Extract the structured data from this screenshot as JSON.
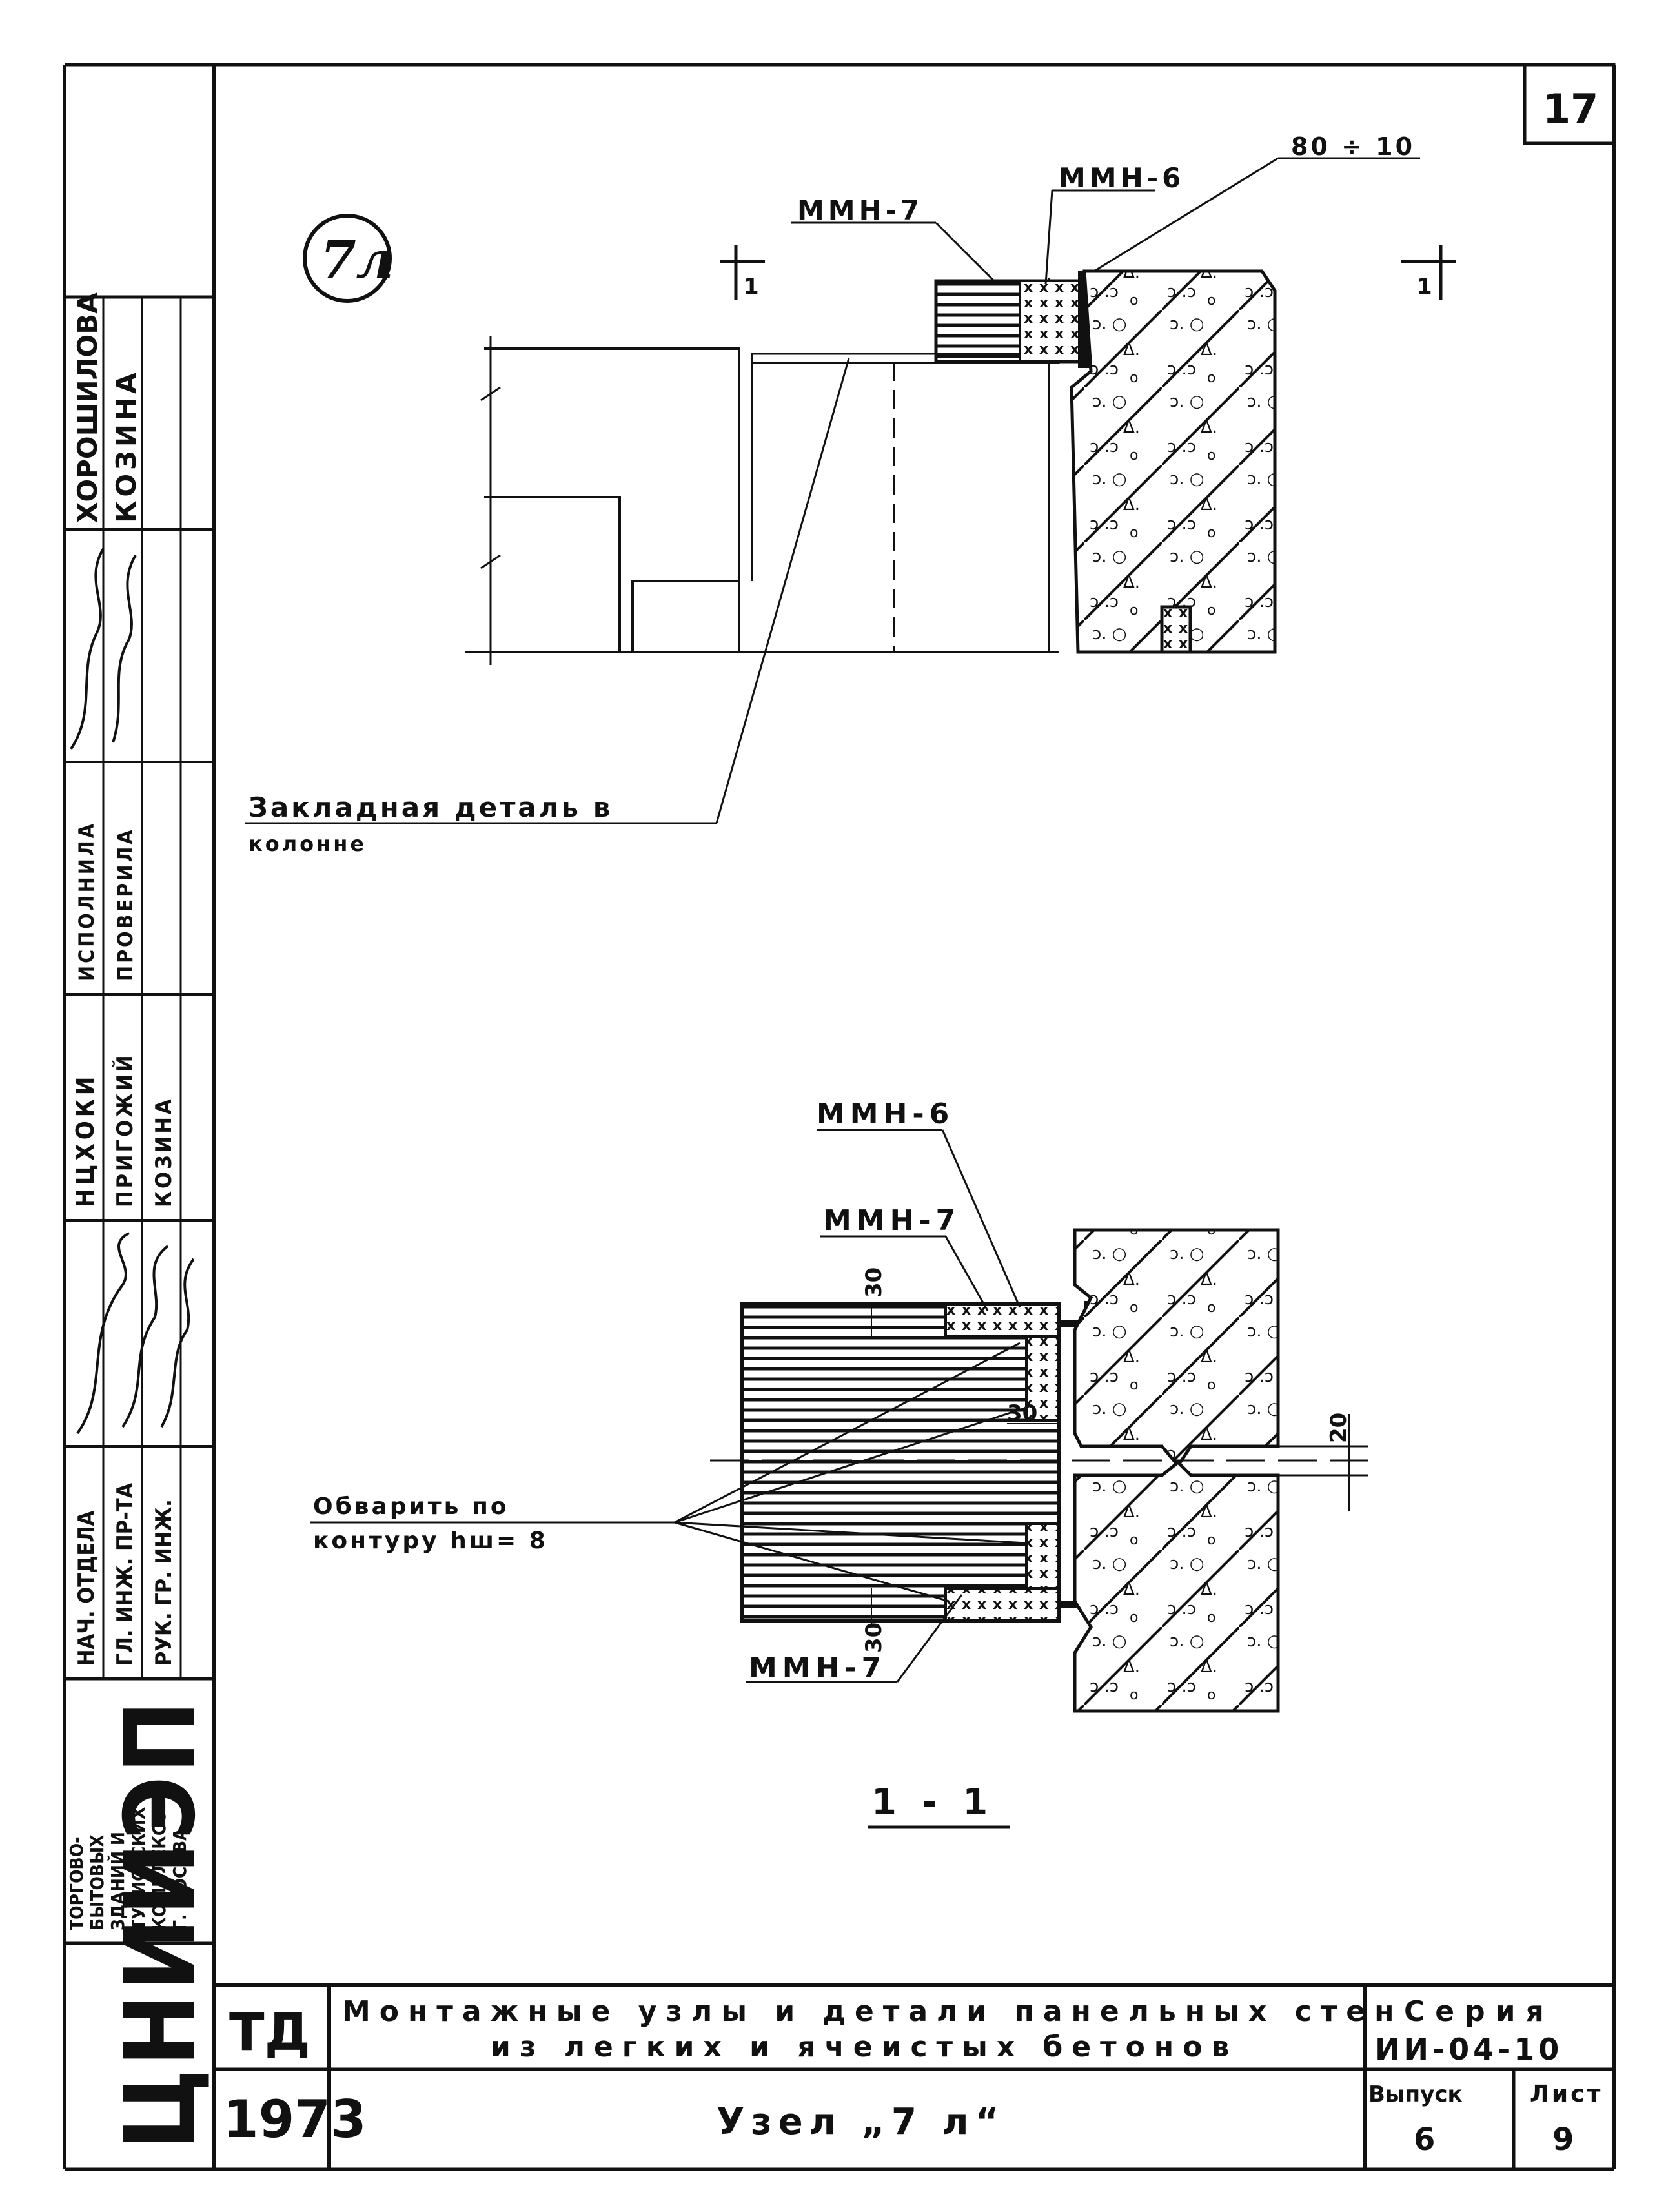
{
  "sheet_number": "17",
  "node_label": "7л",
  "top_view": {
    "labels": {
      "mmn7": "ММН-7",
      "mmn6": "ММН-6",
      "dim_80_10": "80 ÷ 10",
      "embedded_detail_line1": "Закладная деталь в",
      "embedded_detail_line2": "колонне",
      "section_mark_left": "1",
      "section_mark_right": "1"
    }
  },
  "section_view": {
    "labels": {
      "mmn6": "ММН-6",
      "mmn7_top": "ММН-7",
      "mmn7_bottom": "ММН-7",
      "weld_note_line1": "Обварить по",
      "weld_note_line2": "контуру hш= 8",
      "dim_30_a": "30",
      "dim_30_b": "30",
      "dim_30_c": "30",
      "dim_20": "20",
      "section_title": "1 - 1"
    }
  },
  "side_stamp": {
    "organization": [
      "ТОРГОВО-",
      "БЫТОВЫХ",
      "ЗДАНИЙ И",
      "ТУРИСТСКИХ",
      "КОМПЛЕКСОВ",
      "Г. МОСКВА"
    ],
    "institute": "ЦНИИЭП",
    "rows": [
      {
        "role": "НАЧ. ОТДЕЛА",
        "name": "НЦХОКИ"
      },
      {
        "role": "ГЛ. ИНЖ. ПР-ТА",
        "name": "ПРИГОЖИЙ"
      },
      {
        "role": "РУК. ГР. ИНЖ.",
        "name": "КОЗИНА"
      },
      {
        "role": "ИСПОЛНИЛА",
        "name": "ХОРОШИЛОВА"
      },
      {
        "role": "ПРОВЕРИЛА",
        "name": "КОЗИНА"
      }
    ]
  },
  "title_block": {
    "code": "ТД",
    "year": "1973",
    "title_line1": "Монтажные узлы и детали панельных стен",
    "title_line2": "из легких и ячеистых бетонов",
    "subtitle": "Узел „7 л“",
    "series_label": "Серия",
    "series_value": "ИИ-04-10",
    "issue_label": "Выпуск",
    "issue_value": "6",
    "sheet_label": "Лист",
    "sheet_value": "9"
  }
}
